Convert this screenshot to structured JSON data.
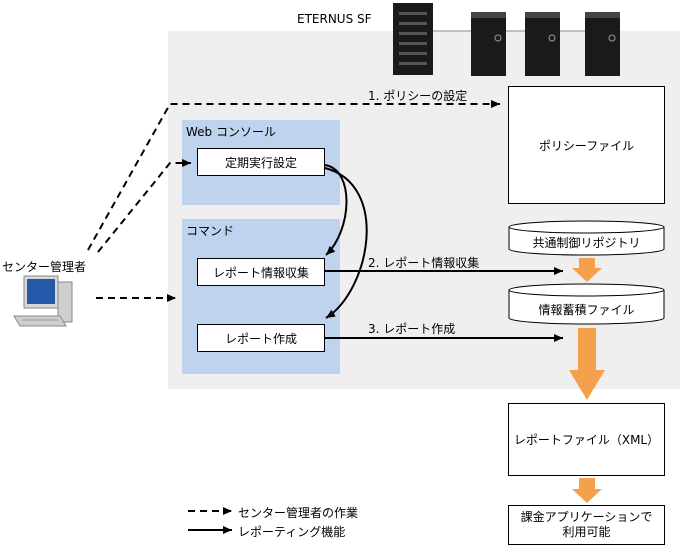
{
  "product_label": "ETERNUS SF",
  "actor_label": "センター管理者",
  "web_console": {
    "title": "Web コンソール",
    "periodic_setting": "定期実行設定"
  },
  "command": {
    "title": "コマンド",
    "report_collect": "レポート情報収集",
    "report_create": "レポート作成"
  },
  "files": {
    "policy": "ポリシーファイル",
    "common_repo": "共通制御リポジトリ",
    "accumulated": "情報蓄積ファイル",
    "report_file": "レポートファイル（XML）",
    "billing": "課金アプリケーションで\n利用可能"
  },
  "steps": {
    "step1": "1. ポリシーの設定",
    "step2": "2. レポート情報収集",
    "step3": "3. レポート作成"
  },
  "legend": {
    "dashed": "センター管理者の作業",
    "solid": "レポーティング機能"
  },
  "colors": {
    "panel": "#bfd3ee",
    "area": "#efefef",
    "arrow_orange": "#f5a04a"
  }
}
